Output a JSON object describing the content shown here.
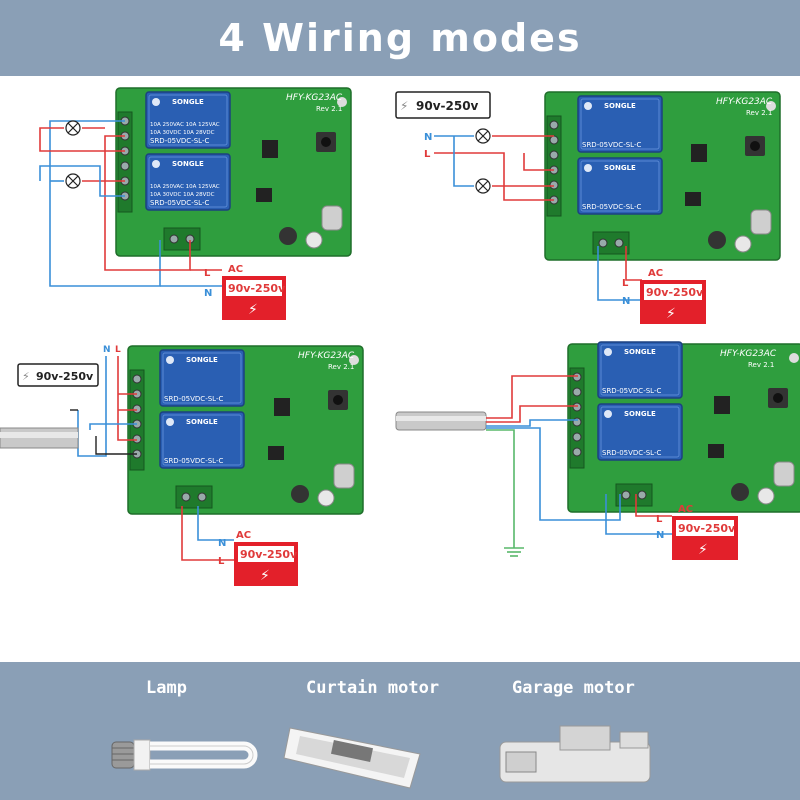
{
  "header": {
    "title": "4 Wiring modes"
  },
  "board": {
    "model": "HFY-KG23AC",
    "rev": "Rev 2.1",
    "relay_brand": "SONGLE",
    "relay_line1": "10A 250VAC  10A 125VAC",
    "relay_line2": "10A  30VDC  10A  28VDC",
    "relay_model": "SRD-05VDC-SL-C"
  },
  "power": {
    "range": "90v-250v",
    "ac": "AC",
    "live": "L",
    "neutral": "N"
  },
  "footer": {
    "applications": [
      "Lamp",
      "Curtain motor",
      "Garage motor"
    ]
  },
  "colors": {
    "header_bg": "#8a9fb6",
    "board": "#2f9e3e",
    "relay": "#2a5fb3",
    "wire_red": "#e03a3a",
    "wire_blue": "#3a8fd8",
    "wire_green": "#58b86a",
    "power_box": "#e3202a"
  }
}
